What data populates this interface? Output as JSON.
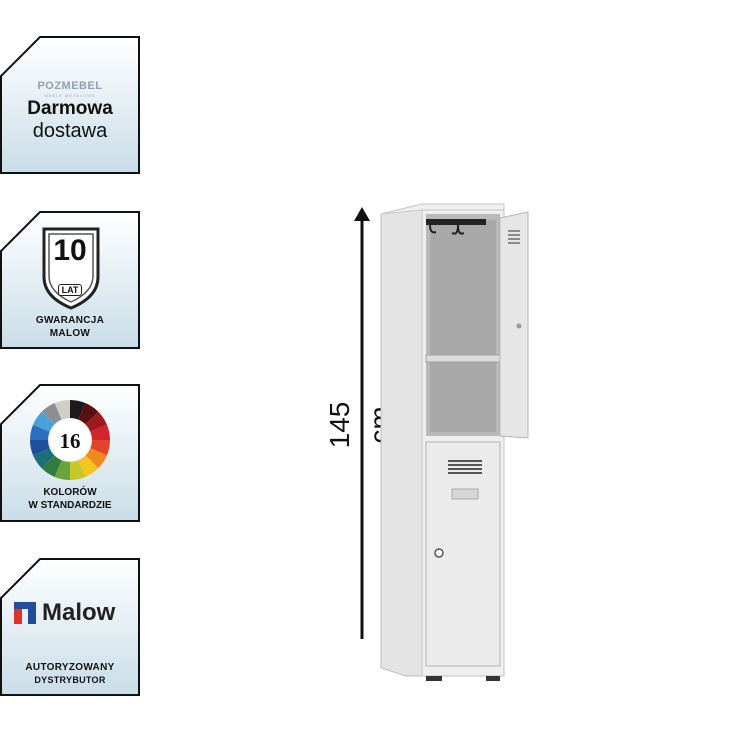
{
  "badges": {
    "delivery": {
      "brand": "POZMEBEL",
      "brand_sub": "MEBLE METALOWE",
      "line1": "Darmowa",
      "line2": "dostawa"
    },
    "warranty": {
      "years": "10",
      "unit": "LAT",
      "line1": "GWARANCJA",
      "line2": "MALOW"
    },
    "colors": {
      "count": "16",
      "line1": "KOLORÓW",
      "line2": "W STANDARDZIE",
      "palette": [
        "#1b1b1b",
        "#5a1010",
        "#9b1b1b",
        "#d0262b",
        "#e2452a",
        "#f08a1c",
        "#f4c51d",
        "#c7c72a",
        "#6aa33a",
        "#2f7d3c",
        "#1a6f7a",
        "#1e4f9a",
        "#2b6fc0",
        "#4aa0d8",
        "#8a8f95",
        "#cfcfc6"
      ]
    },
    "distributor": {
      "brand": "Malow",
      "line1": "AUTORYZOWANY",
      "line2": "DYSTRYBUTOR"
    }
  },
  "dimension": {
    "height_label": "145 cm"
  }
}
